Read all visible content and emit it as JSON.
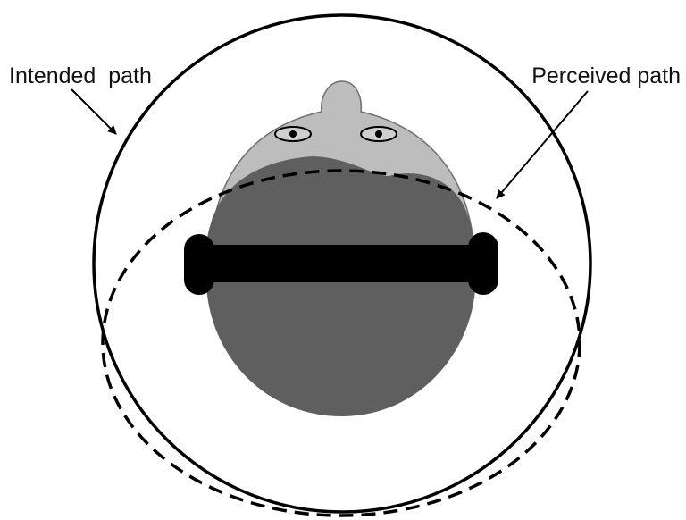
{
  "labels": {
    "intended": "Intended  path",
    "perceived": "Perceived path"
  },
  "colors": {
    "background": "#ffffff",
    "stroke": "#000000",
    "skin": "#bdbdbd",
    "hair": "#5f5f5f",
    "headphones": "#000000",
    "eye_white": "#d0d0d0",
    "pupil": "#000000"
  },
  "paths": [
    {
      "name": "intended",
      "style": "solid",
      "shape": "circle"
    },
    {
      "name": "perceived",
      "style": "dashed",
      "shape": "ellipse"
    }
  ],
  "figure": {
    "view": "top-down head wearing headphones"
  }
}
